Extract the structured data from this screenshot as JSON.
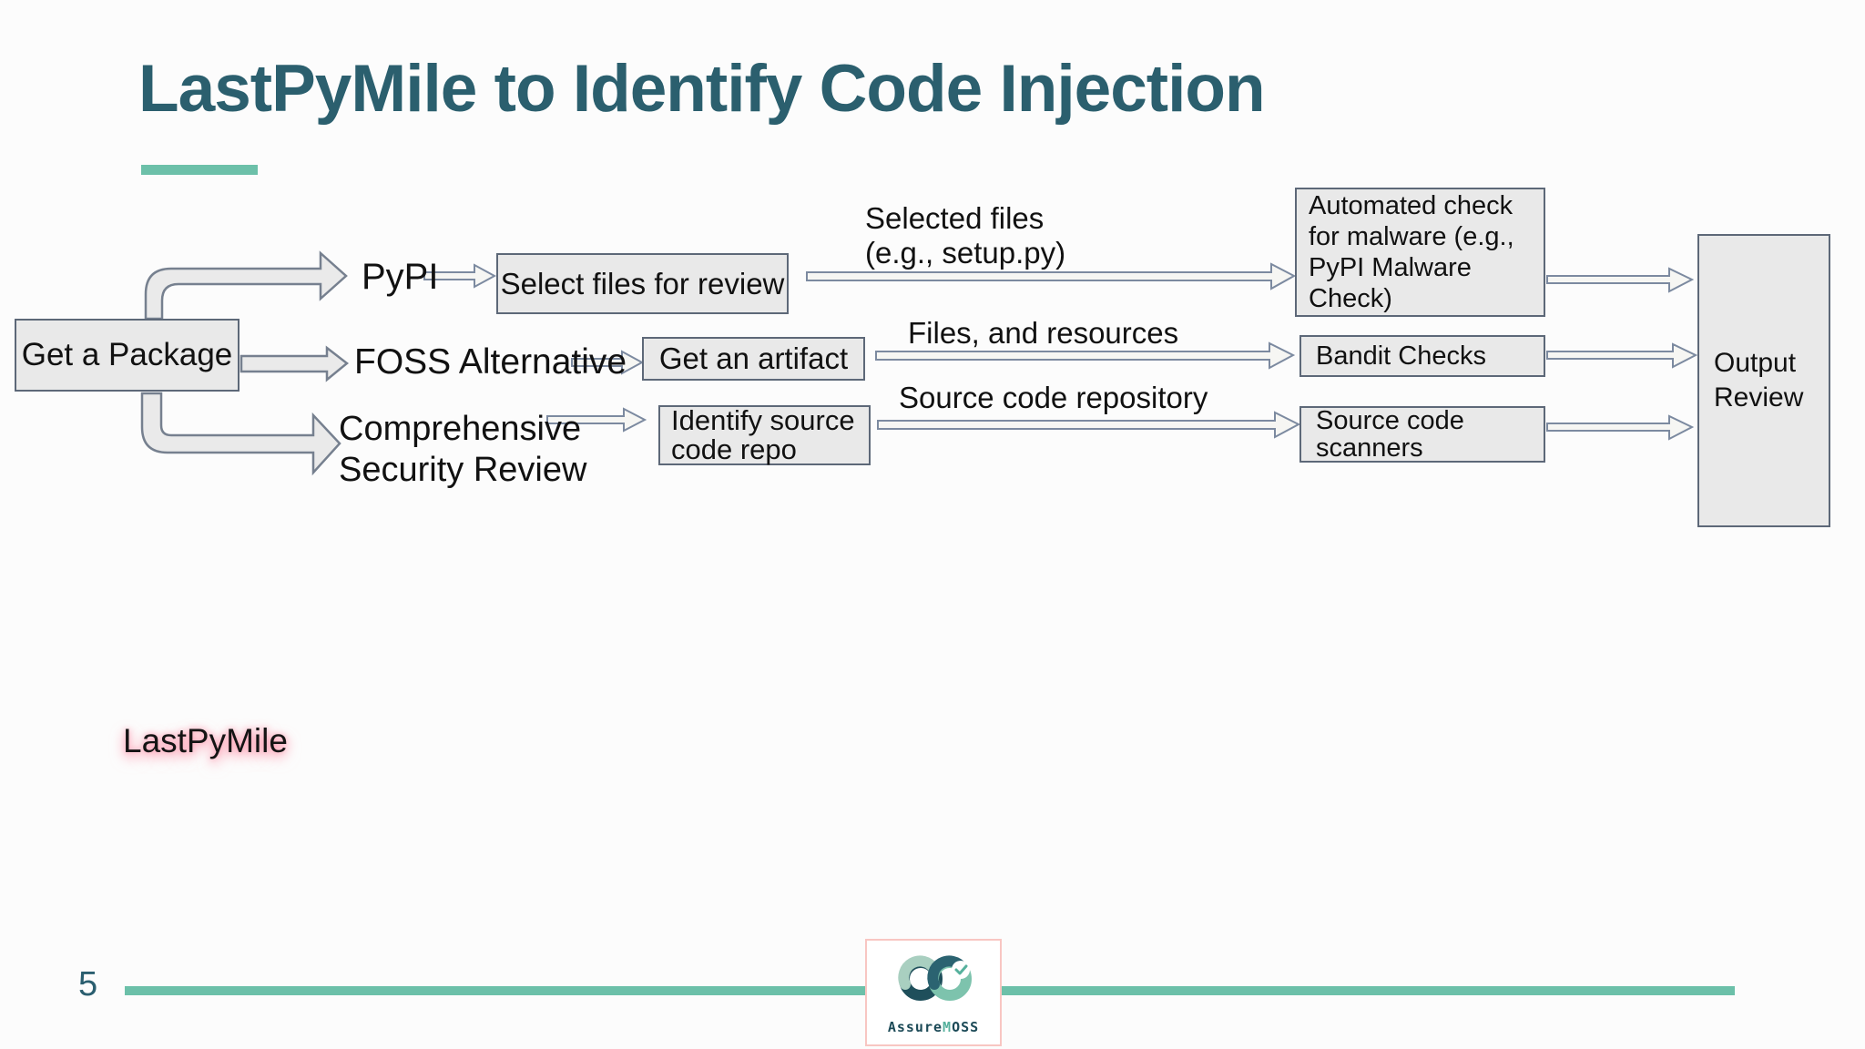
{
  "title": "LastPyMile to Identify Code Injection",
  "colors": {
    "title": "#2b5f6e",
    "accent": "#6cc0a9",
    "box_fill": "#e9e9e9",
    "box_border": "#5d6878",
    "block_arrow_outline": "#76808f",
    "thin_arrow_outline": "#7c8aa0",
    "watermark_glow": "#ff9cb4",
    "logo_border": "#f8c6c2",
    "logo_dark_teal": "#1f4f5b",
    "logo_light_green": "#7dc3ad",
    "logo_sage": "#a9cfc0"
  },
  "boxes": {
    "get_package": "Get a Package",
    "select_files": "Select files for review",
    "get_artifact": "Get an artifact",
    "identify_repo": [
      "Identify source",
      "code repo"
    ],
    "malware_check": [
      "Automated check",
      "for malware (e.g.,",
      "PyPI Malware",
      "Check)"
    ],
    "bandit": "Bandit Checks",
    "scanners": [
      "Source code",
      "scanners"
    ],
    "output": [
      "Output",
      "Review"
    ]
  },
  "branch_labels": {
    "pypi": "PyPI",
    "foss": "FOSS Alternative",
    "comprehensive": [
      "Comprehensive",
      "Security Review"
    ]
  },
  "edge_labels": {
    "selected_files": [
      "Selected files",
      "(e.g., setup.py)"
    ],
    "files_resources": "Files, and resources",
    "source_repo": "Source code repository"
  },
  "watermark": "LastPyMile",
  "footer": {
    "page_number": "5",
    "logo": {
      "icon": "infinity-check-icon",
      "brand_prefix": "Assure",
      "brand_accent": "M",
      "brand_suffix": "OSS"
    }
  }
}
